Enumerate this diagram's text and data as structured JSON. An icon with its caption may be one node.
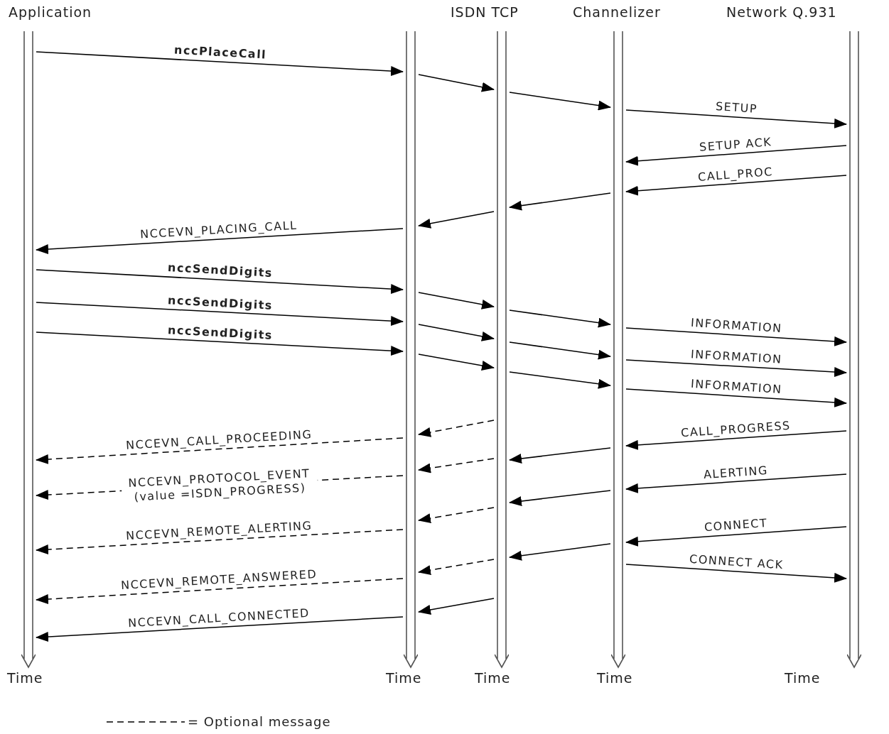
{
  "diagram": {
    "nodes": [
      {
        "text": [
          "Application",
          "Time"
        ]
      },
      {
        "text": [
          "Time"
        ]
      },
      {
        "text": [
          "ISDN TCP",
          "Time"
        ]
      },
      {
        "text": [
          "Channelizer",
          "Time"
        ]
      },
      {
        "text": [
          "Network Q.931",
          "Time"
        ]
      }
    ],
    "edges": [
      {
        "from": 0,
        "to": 1,
        "arrow": "to",
        "label": "nccPlaceCall"
      },
      {
        "from": 1,
        "to": 2,
        "arrow": "to"
      },
      {
        "from": 2,
        "to": 3,
        "arrow": "to"
      },
      {
        "from": 3,
        "to": 4,
        "arrow": "to",
        "label": "SETUP"
      },
      {
        "from": 4,
        "to": 3,
        "arrow": "to",
        "label": "SETUP ACK"
      },
      {
        "from": 4,
        "to": 3,
        "arrow": "to",
        "label": "CALL_PROC"
      },
      {
        "from": 3,
        "to": 2,
        "arrow": "to"
      },
      {
        "from": 2,
        "to": 1,
        "arrow": "to"
      },
      {
        "from": 1,
        "to": 0,
        "arrow": "to",
        "label": "NCCEVN_PLACING_CALL"
      },
      {
        "from": 0,
        "to": 1,
        "arrow": "to",
        "label": "nccSendDigits"
      },
      {
        "from": 1,
        "to": 2,
        "arrow": "to"
      },
      {
        "from": 2,
        "to": 3,
        "arrow": "to"
      },
      {
        "from": 3,
        "to": 4,
        "arrow": "to",
        "label": "INFORMATION"
      },
      {
        "from": 0,
        "to": 1,
        "arrow": "to",
        "label": "nccSendDigits"
      },
      {
        "from": 1,
        "to": 2,
        "arrow": "to"
      },
      {
        "from": 2,
        "to": 3,
        "arrow": "to"
      },
      {
        "from": 3,
        "to": 4,
        "arrow": "to",
        "label": "INFORMATION"
      },
      {
        "from": 0,
        "to": 1,
        "arrow": "to",
        "label": "nccSendDigits"
      },
      {
        "from": 1,
        "to": 2,
        "arrow": "to"
      },
      {
        "from": 2,
        "to": 3,
        "arrow": "to"
      },
      {
        "from": 3,
        "to": 4,
        "arrow": "to",
        "label": "INFORMATION"
      },
      {
        "from": 2,
        "to": 1,
        "arrow": "to",
        "style": "dashed"
      },
      {
        "from": 1,
        "to": 0,
        "arrow": "to",
        "style": "dashed",
        "label": "NCCEVN_CALL_PROCEEDING"
      },
      {
        "from": 4,
        "to": 3,
        "arrow": "to",
        "label": "CALL_PROGRESS"
      },
      {
        "from": 3,
        "to": 2,
        "arrow": "to"
      },
      {
        "from": 2,
        "to": 1,
        "arrow": "to",
        "style": "dashed"
      },
      {
        "from": 1,
        "to": 0,
        "arrow": "to",
        "style": "dashed",
        "label": "NCCEVN_PROTOCOL_EVENT (value =ISDN_PROGRESS)"
      },
      {
        "from": 4,
        "to": 3,
        "arrow": "to",
        "label": "ALERTING"
      },
      {
        "from": 3,
        "to": 2,
        "arrow": "to"
      },
      {
        "from": 2,
        "to": 1,
        "arrow": "to",
        "style": "dashed"
      },
      {
        "from": 1,
        "to": 0,
        "arrow": "to",
        "style": "dashed",
        "label": "NCCEVN_REMOTE_ALERTING"
      },
      {
        "from": 4,
        "to": 3,
        "arrow": "to",
        "label": "CONNECT"
      },
      {
        "from": 3,
        "to": 2,
        "arrow": "to"
      },
      {
        "from": 2,
        "to": 1,
        "arrow": "to",
        "style": "dashed"
      },
      {
        "from": 1,
        "to": 0,
        "arrow": "to",
        "style": "dashed",
        "label": "NCCEVN_REMOTE_ANSWERED"
      },
      {
        "from": 3,
        "to": 4,
        "arrow": "to",
        "label": "CONNECT ACK"
      },
      {
        "from": 2,
        "to": 1,
        "arrow": "to"
      },
      {
        "from": 1,
        "to": 0,
        "arrow": "to",
        "label": "NCCEVN_CALL_CONNECTED"
      }
    ],
    "legend": [
      {
        "text": "= Optional message"
      }
    ]
  }
}
